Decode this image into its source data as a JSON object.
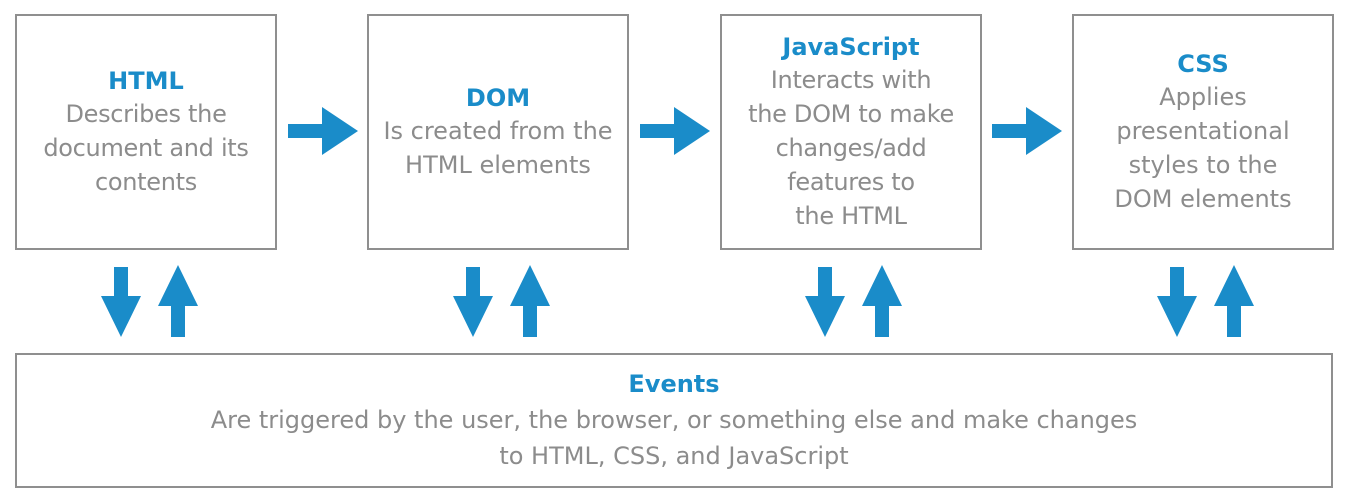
{
  "accent_color": "#1a8cc9",
  "boxes": {
    "html": {
      "title": "HTML",
      "body": "Describes the\ndocument and its\ncontents"
    },
    "dom": {
      "title": "DOM",
      "body": "Is created from the\nHTML elements"
    },
    "javascript": {
      "title": "JavaScript",
      "body": "Interacts with\nthe DOM to make\nchanges/add\nfeatures to\nthe HTML"
    },
    "css": {
      "title": "CSS",
      "body": "Applies\npresentational\nstyles to the\nDOM elements"
    },
    "events": {
      "title": "Events",
      "body": "Are triggered by the user, the browser, or something else and make changes\nto HTML, CSS, and JavaScript"
    }
  },
  "connections": [
    {
      "from": "html",
      "to": "dom",
      "direction": "right"
    },
    {
      "from": "dom",
      "to": "javascript",
      "direction": "right"
    },
    {
      "from": "javascript",
      "to": "css",
      "direction": "right"
    },
    {
      "between": [
        "html",
        "events"
      ],
      "direction": "bidirectional"
    },
    {
      "between": [
        "dom",
        "events"
      ],
      "direction": "bidirectional"
    },
    {
      "between": [
        "javascript",
        "events"
      ],
      "direction": "bidirectional"
    },
    {
      "between": [
        "css",
        "events"
      ],
      "direction": "bidirectional"
    }
  ]
}
